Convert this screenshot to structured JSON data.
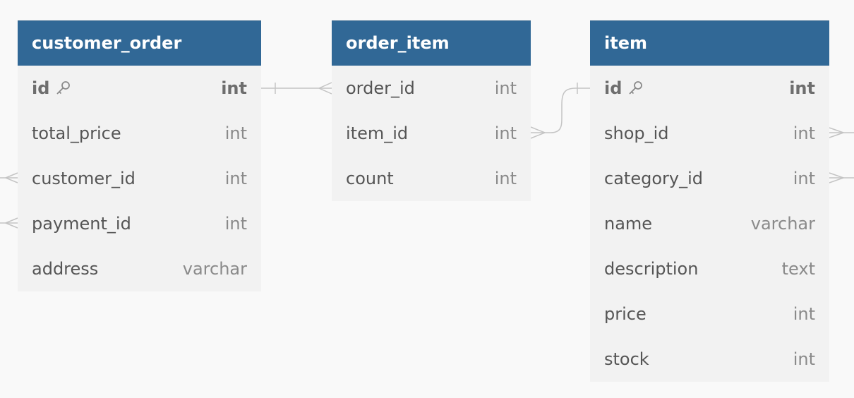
{
  "tables": [
    {
      "title": "customer_order",
      "columns": [
        {
          "name": "id",
          "type": "int",
          "pk": true
        },
        {
          "name": "total_price",
          "type": "int"
        },
        {
          "name": "customer_id",
          "type": "int"
        },
        {
          "name": "payment_id",
          "type": "int"
        },
        {
          "name": "address",
          "type": "varchar"
        }
      ]
    },
    {
      "title": "order_item",
      "columns": [
        {
          "name": "order_id",
          "type": "int"
        },
        {
          "name": "item_id",
          "type": "int"
        },
        {
          "name": "count",
          "type": "int"
        }
      ]
    },
    {
      "title": "item",
      "columns": [
        {
          "name": "id",
          "type": "int",
          "pk": true
        },
        {
          "name": "shop_id",
          "type": "int"
        },
        {
          "name": "category_id",
          "type": "int"
        },
        {
          "name": "name",
          "type": "varchar"
        },
        {
          "name": "description",
          "type": "text"
        },
        {
          "name": "price",
          "type": "int"
        },
        {
          "name": "stock",
          "type": "int"
        }
      ]
    }
  ],
  "colors": {
    "header": "#316896",
    "body": "#f2f2f2",
    "connector": "#c4c4c4"
  },
  "icons": {
    "primary_key": "key-icon"
  }
}
